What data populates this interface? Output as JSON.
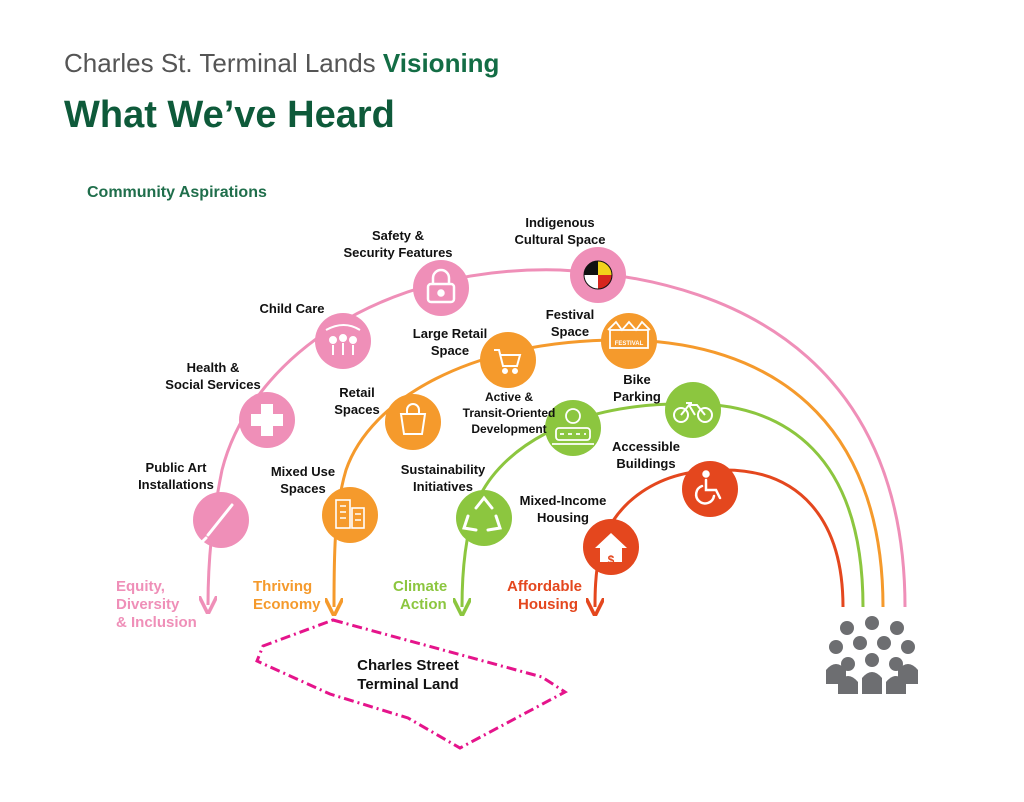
{
  "header": {
    "title_plain": "Charles St. Terminal Lands",
    "title_strong": "Visioning",
    "heading": "What We’ve Heard",
    "subheading": "Community Aspirations"
  },
  "colors": {
    "pink": "#ef8fb8",
    "orange": "#f59a2c",
    "green": "#8cc63f",
    "red": "#e4471e",
    "magenta": "#e5148b",
    "gray": "#6d6e71"
  },
  "categories": {
    "equity": [
      "Equity,",
      "Diversity",
      "& Inclusion"
    ],
    "economy": [
      "Thriving",
      "Economy"
    ],
    "climate": [
      "Climate",
      "Action"
    ],
    "housing": [
      "Affordable",
      "Housing"
    ]
  },
  "items": {
    "public_art": [
      "Public Art",
      "Installations"
    ],
    "health": [
      "Health &",
      "Social Services"
    ],
    "child_care": [
      "Child Care"
    ],
    "safety": [
      "Safety &",
      "Security Features"
    ],
    "indigenous": [
      "Indigenous",
      "Cultural Space"
    ],
    "mixed_use": [
      "Mixed Use",
      "Spaces"
    ],
    "retail": [
      "Retail",
      "Spaces"
    ],
    "large_retail": [
      "Large Retail",
      "Space"
    ],
    "festival": [
      "Festival",
      "Space"
    ],
    "sustainability": [
      "Sustainability",
      "Initiatives"
    ],
    "transit": [
      "Active &",
      "Transit-Oriented",
      "Development"
    ],
    "bike": [
      "Bike",
      "Parking"
    ],
    "mixed_income": [
      "Mixed-Income",
      "Housing"
    ],
    "accessible": [
      "Accessible",
      "Buildings"
    ]
  },
  "icons": {
    "festival_banner": "FESTIVAL",
    "dollar": "$"
  },
  "site_label": [
    "Charles Street",
    "Terminal Land"
  ]
}
